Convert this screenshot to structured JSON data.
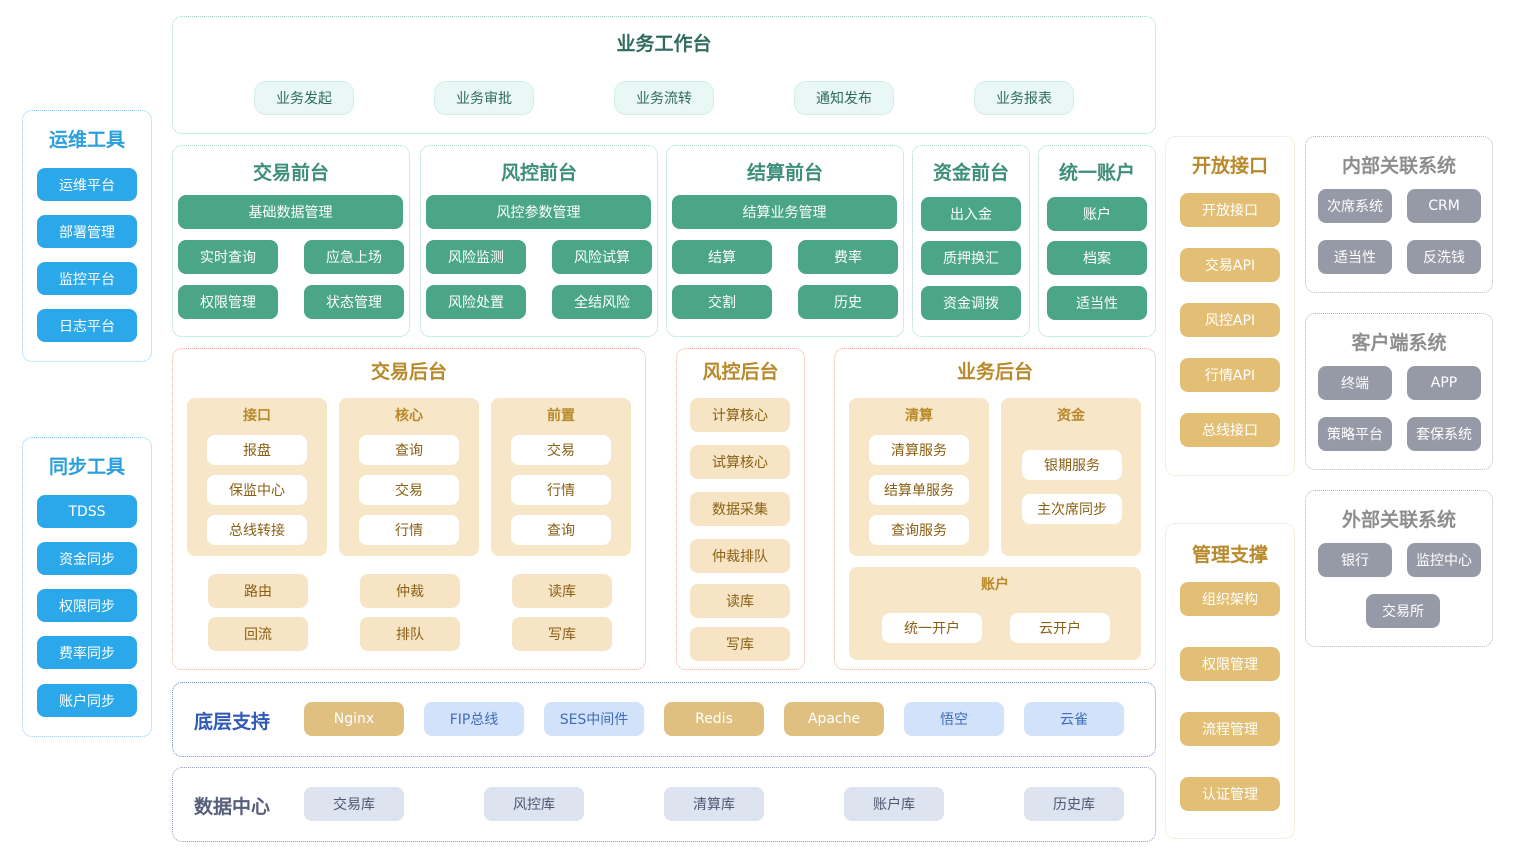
{
  "workbench": {
    "title": "业务工作台",
    "items": [
      "业务发起",
      "业务审批",
      "业务流转",
      "通知发布",
      "业务报表"
    ]
  },
  "ops_tools": {
    "title": "运维工具",
    "items": [
      "运维平台",
      "部署管理",
      "监控平台",
      "日志平台"
    ]
  },
  "sync_tools": {
    "title": "同步工具",
    "items": [
      "TDSS",
      "资金同步",
      "权限同步",
      "费率同步",
      "账户同步"
    ]
  },
  "front": {
    "trade": {
      "title": "交易前台",
      "wide": "基础数据管理",
      "items": [
        "实时查询",
        "应急上场",
        "权限管理",
        "状态管理"
      ]
    },
    "risk": {
      "title": "风控前台",
      "wide": "风控参数管理",
      "items": [
        "风险监测",
        "风险试算",
        "风险处置",
        "全结风险"
      ]
    },
    "settle": {
      "title": "结算前台",
      "wide": "结算业务管理",
      "items": [
        "结算",
        "费率",
        "交割",
        "历史"
      ]
    },
    "fund": {
      "title": "资金前台",
      "items": [
        "出入金",
        "质押换汇",
        "资金调拨"
      ]
    },
    "account": {
      "title": "统一账户",
      "items": [
        "账户",
        "档案",
        "适当性"
      ]
    }
  },
  "trade_back": {
    "title": "交易后台",
    "groups": [
      {
        "title": "接口",
        "items": [
          "报盘",
          "保监中心",
          "总线转接"
        ]
      },
      {
        "title": "核心",
        "items": [
          "查询",
          "交易",
          "行情"
        ]
      },
      {
        "title": "前置",
        "items": [
          "交易",
          "行情",
          "查询"
        ]
      }
    ],
    "bottom": [
      "路由",
      "仲裁",
      "读库",
      "回流",
      "排队",
      "写库"
    ]
  },
  "risk_back": {
    "title": "风控后台",
    "items": [
      "计算核心",
      "试算核心",
      "数据采集",
      "仲裁排队",
      "读库",
      "写库"
    ]
  },
  "biz_back": {
    "title": "业务后台",
    "clearing": {
      "title": "清算",
      "items": [
        "清算服务",
        "结算单服务",
        "查询服务"
      ]
    },
    "funds": {
      "title": "资金",
      "items": [
        "银期服务",
        "主次席同步"
      ]
    },
    "account": {
      "title": "账户",
      "items": [
        "统一开户",
        "云开户"
      ]
    }
  },
  "open_api": {
    "title": "开放接口",
    "items": [
      "开放接口",
      "交易API",
      "风控API",
      "行情API",
      "总线接口"
    ]
  },
  "mgmt": {
    "title": "管理支撑",
    "items": [
      "组织架构",
      "权限管理",
      "流程管理",
      "认证管理"
    ]
  },
  "internal": {
    "title": "内部关联系统",
    "items": [
      "次席系统",
      "CRM",
      "适当性",
      "反洗钱"
    ]
  },
  "client": {
    "title": "客户端系统",
    "items": [
      "终端",
      "APP",
      "策略平台",
      "套保系统"
    ]
  },
  "external": {
    "title": "外部关联系统",
    "items": [
      "银行",
      "监控中心",
      "交易所"
    ]
  },
  "infra": {
    "title": "底层支持",
    "items": [
      "Nginx",
      "FIP总线",
      "SES中间件",
      "Redis",
      "Apache",
      "悟空",
      "云雀"
    ]
  },
  "datacenter": {
    "title": "数据中心",
    "items": [
      "交易库",
      "风控库",
      "清算库",
      "账户库",
      "历史库"
    ]
  }
}
